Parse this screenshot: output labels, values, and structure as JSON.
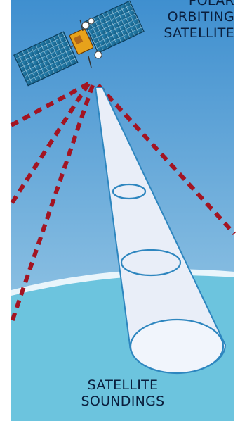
{
  "labels": {
    "satellite": [
      "POLAR",
      "ORBITING",
      "SATELLITE"
    ],
    "soundings": [
      "SATELLITE",
      "SOUNDINGS"
    ]
  },
  "colors": {
    "sky_top": "#3f8fcf",
    "sky_bottom": "#a9d3ea",
    "ocean": "#6cc4de",
    "horizon_glow": "#e9f5fb",
    "scan_lines": "#a31422",
    "cone_fill": "#e9eef8",
    "cone_stroke": "#2e86bf",
    "solar_panel": "#1c6f9a",
    "satellite_body": "#e7a21b",
    "text": "#0a1e3c"
  },
  "icons": {
    "satellite": "satellite-icon"
  }
}
